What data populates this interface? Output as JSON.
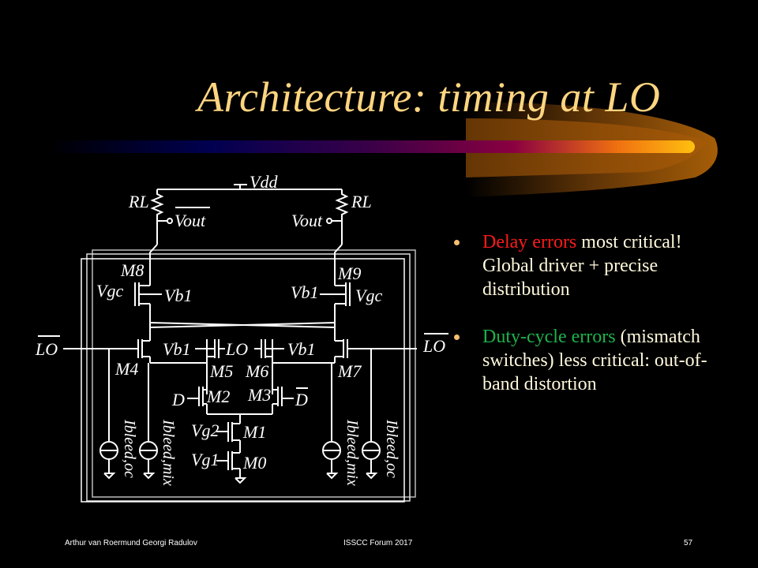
{
  "slide": {
    "title": "Architecture: timing at LO",
    "page_number": "57"
  },
  "bullets": [
    {
      "highlight": "Delay errors",
      "highlight_color": "#FF1A1A",
      "rest": " most critical! Global driver + precise distribution"
    },
    {
      "highlight": "Duty-cycle errors",
      "highlight_color": "#1DB24A",
      "rest": " (mismatch switches) less critical: out-of-band distortion"
    }
  ],
  "footer": {
    "authors": "Arthur van Roermund Georgi Radulov",
    "event": "ISSCC  Forum 2017",
    "page": "57"
  },
  "circuit": {
    "labels": {
      "vdd": "Vdd",
      "rl_left": "RL",
      "rl_right": "RL",
      "vout_bar": "Vout",
      "vout": "Vout",
      "m8": "M8",
      "m9": "M9",
      "vgc_left": "Vgc",
      "vgc_right": "Vgc",
      "vb1_m8": "Vb1",
      "vb1_m9": "Vb1",
      "lo_bar_left": "LO",
      "lo_bar_right": "LO",
      "lo_center": "LO",
      "vb1_m4": "Vb1",
      "vb1_m7": "Vb1",
      "m4": "M4",
      "m5": "M5",
      "m6": "M6",
      "m7": "M7",
      "d": "D",
      "d_bar": "D",
      "m2": "M2",
      "m3": "M3",
      "vg2": "Vg2",
      "m1": "M1",
      "vg1": "Vg1",
      "m0": "M0",
      "ibleed_oc_left": "Ibleed,oc",
      "ibleed_mix_left": "Ibleed,mix",
      "ibleed_mix_right": "Ibleed,mix",
      "ibleed_oc_right": "Ibleed,oc"
    }
  },
  "colors": {
    "background": "#000000",
    "title": "#FFD580",
    "body_text": "#FFF8DC",
    "bullet_dot": "#F5C070",
    "accent_red": "#FF1A1A",
    "accent_green": "#1DB24A"
  }
}
